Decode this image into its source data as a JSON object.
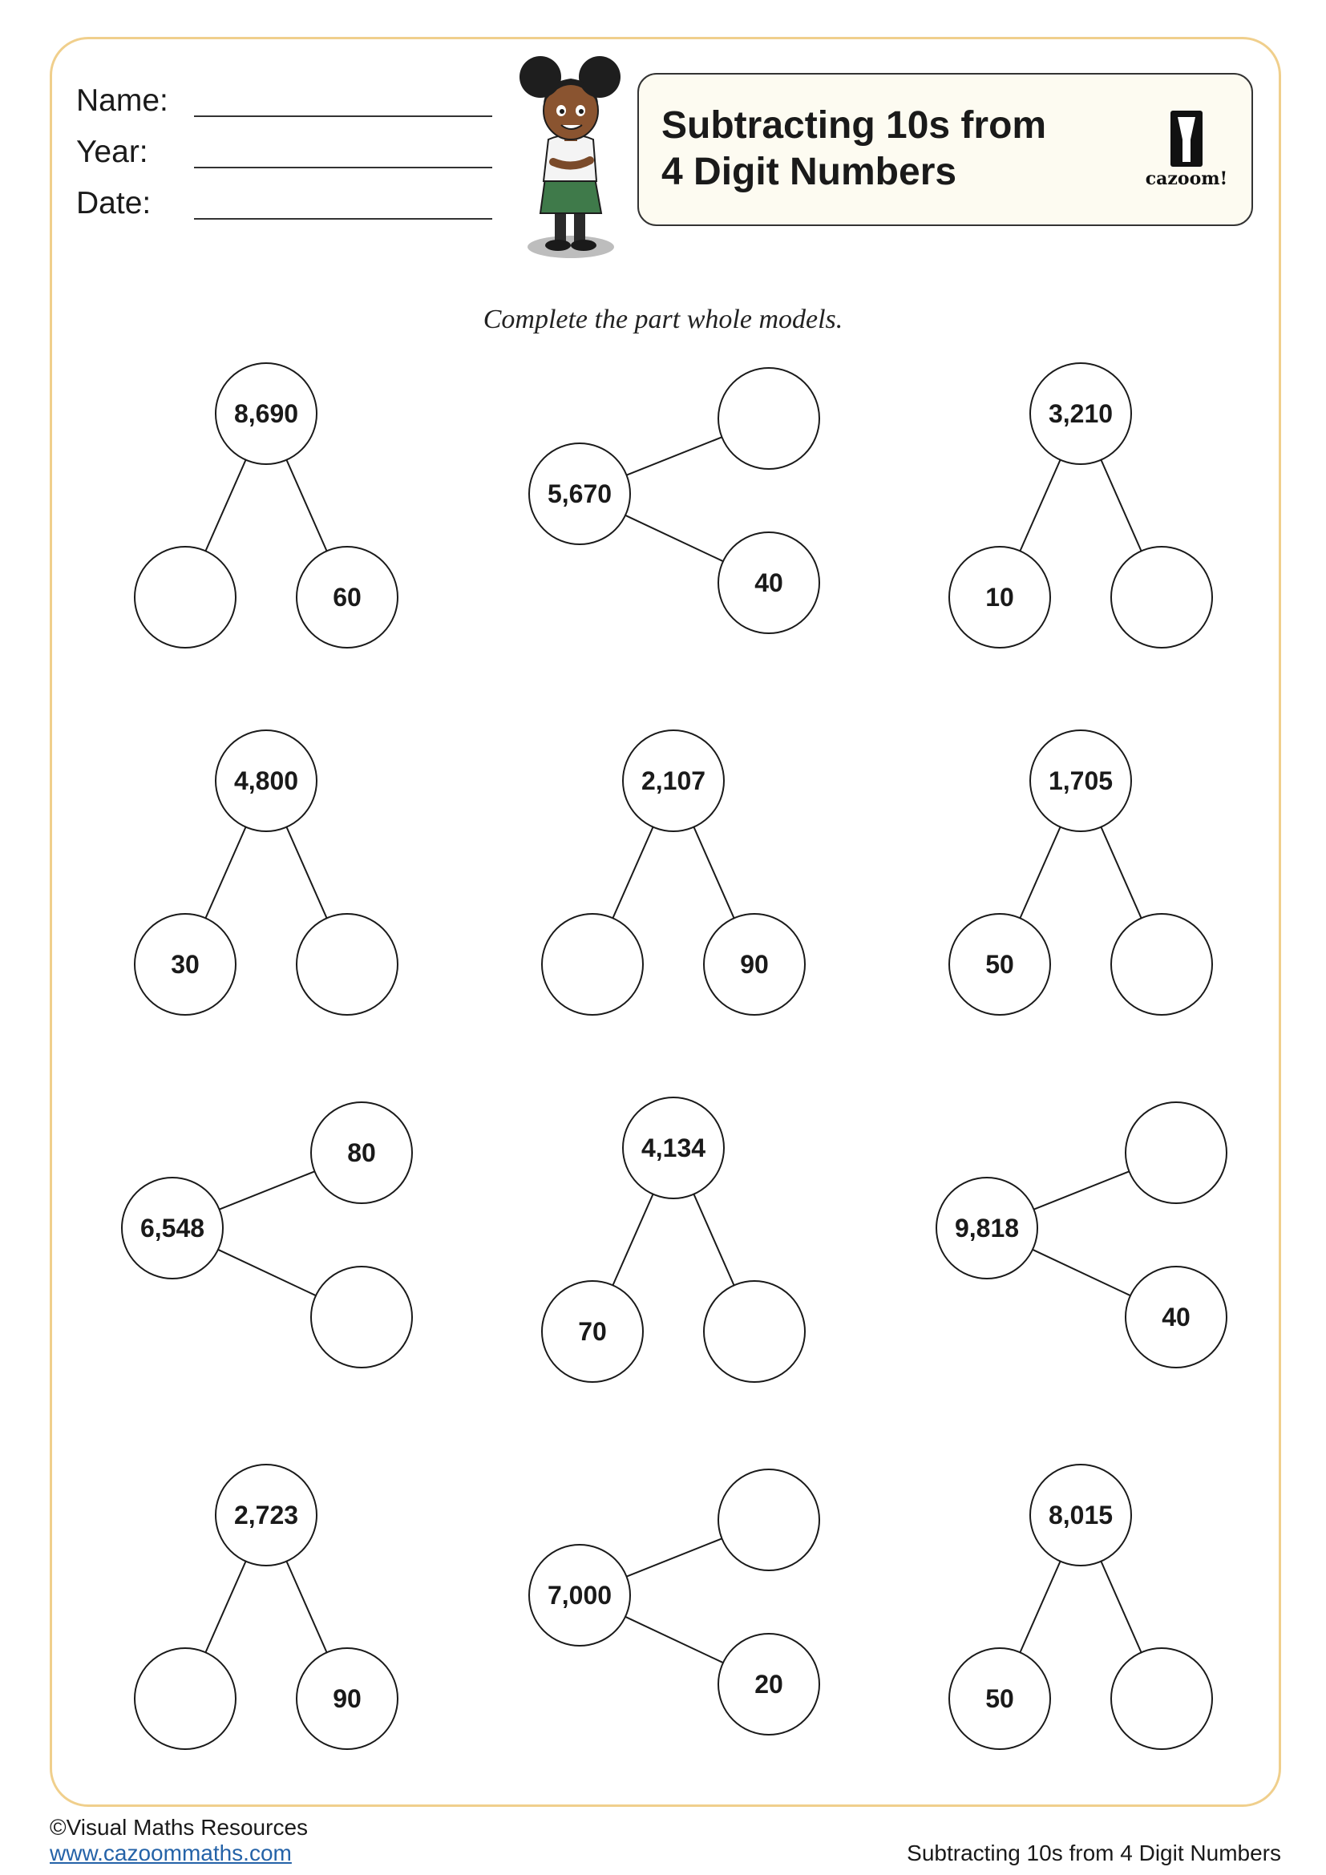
{
  "header": {
    "fields": [
      {
        "label": "Name:"
      },
      {
        "label": "Year:"
      },
      {
        "label": "Date:"
      }
    ],
    "title_line1": "Subtracting 10s from",
    "title_line2": "4 Digit Numbers",
    "logo_text": "cazoom!"
  },
  "instruction": "Complete the part whole models.",
  "models": [
    {
      "orientation": "down",
      "whole": "8,690",
      "part1": "",
      "part2": "60"
    },
    {
      "orientation": "right",
      "whole": "5,670",
      "part1": "",
      "part2": "40"
    },
    {
      "orientation": "down",
      "whole": "3,210",
      "part1": "10",
      "part2": ""
    },
    {
      "orientation": "down",
      "whole": "4,800",
      "part1": "30",
      "part2": ""
    },
    {
      "orientation": "down",
      "whole": "2,107",
      "part1": "",
      "part2": "90"
    },
    {
      "orientation": "down",
      "whole": "1,705",
      "part1": "50",
      "part2": ""
    },
    {
      "orientation": "right",
      "whole": "6,548",
      "part1": "80",
      "part2": ""
    },
    {
      "orientation": "down",
      "whole": "4,134",
      "part1": "70",
      "part2": ""
    },
    {
      "orientation": "right",
      "whole": "9,818",
      "part1": "",
      "part2": "40"
    },
    {
      "orientation": "down",
      "whole": "2,723",
      "part1": "",
      "part2": "90"
    },
    {
      "orientation": "right",
      "whole": "7,000",
      "part1": "",
      "part2": "20"
    },
    {
      "orientation": "down",
      "whole": "8,015",
      "part1": "50",
      "part2": ""
    }
  ],
  "footer": {
    "copyright": "©Visual Maths Resources",
    "website": "www.cazoommaths.com",
    "sheet_name": "Subtracting 10s from 4 Digit Numbers"
  }
}
